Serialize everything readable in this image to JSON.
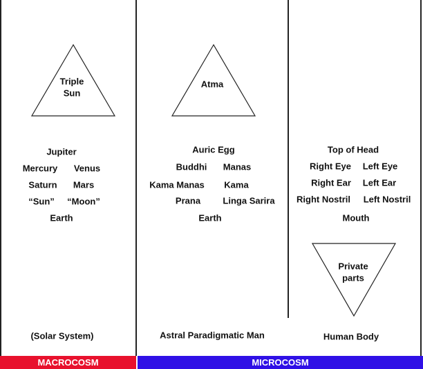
{
  "colors": {
    "macrocosm": "#e8112d",
    "microcosm": "#2f10e6"
  },
  "macro": {
    "triangle_label": [
      "Triple",
      "Sun"
    ],
    "planets": [
      "Jupiter",
      "Mercury",
      "Venus",
      "Saturn",
      "Mars",
      "“Sun”",
      "“Moon”",
      "Earth"
    ],
    "caption": "(Solar System)",
    "band": "MACROCOSM"
  },
  "astral": {
    "triangle_label": "Atma",
    "principles": [
      "Auric Egg",
      "Buddhi",
      "Manas",
      "Kama Manas",
      "Kama",
      "Prana",
      "Linga Sarira",
      "Earth"
    ],
    "caption": "Astral Paradigmatic Man"
  },
  "body": {
    "parts": [
      "Top of Head",
      "Right Eye",
      "Left Eye",
      "Right Ear",
      "Left Ear",
      "Right Nostril",
      "Left Nostril",
      "Mouth"
    ],
    "triangle_label": [
      "Private",
      "parts"
    ],
    "caption": "Human Body"
  },
  "micro_band": "MICROCOSM"
}
